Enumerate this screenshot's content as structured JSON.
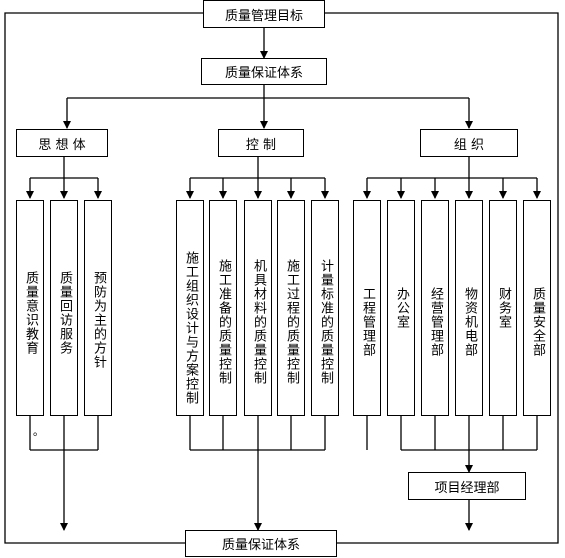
{
  "top": {
    "goal": "质量管理目标",
    "system": "质量保证体系"
  },
  "branches": [
    {
      "title": "思 想 体",
      "items": [
        "质量意识教育",
        "质量回访服务",
        "预防为主的方针"
      ]
    },
    {
      "title": "控 制",
      "items": [
        "施工组织设计与方案控制",
        "施工准备的质量控制",
        "机具材料的质量控制",
        "施工过程的质量控制",
        "计量标准的质量控制"
      ]
    },
    {
      "title": "组 织",
      "items": [
        "工程管理部",
        "办公室",
        "经营管理部",
        "物资机电部",
        "财务室",
        "质量安全部"
      ]
    }
  ],
  "project_dept": "项目经理部",
  "bottom_system": "质量保证体系",
  "stray_mark": "。"
}
